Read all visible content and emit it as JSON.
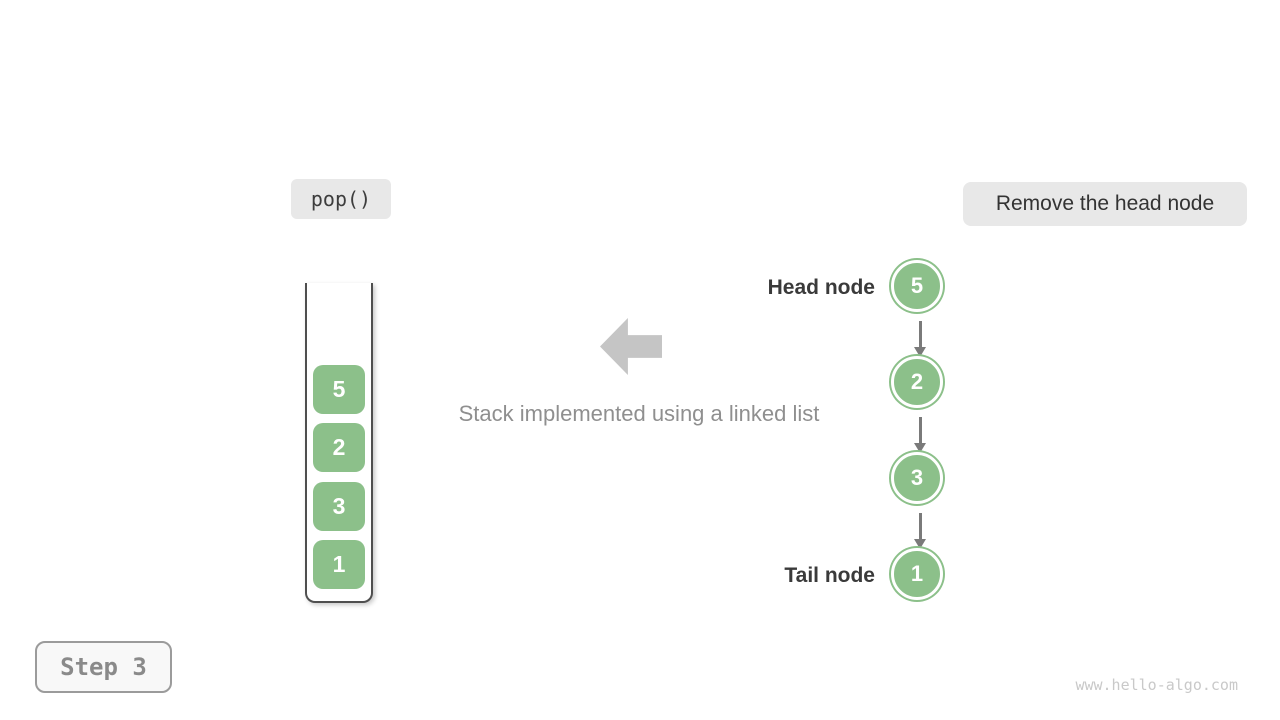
{
  "operation_badge": {
    "label": "pop()"
  },
  "annotation_badge": {
    "label": "Remove the head node"
  },
  "stack": {
    "values": [
      "5",
      "2",
      "3",
      "1"
    ]
  },
  "caption": {
    "text": "Stack implemented using a linked list"
  },
  "linked_list": {
    "head_label": "Head node",
    "tail_label": "Tail node",
    "nodes": [
      "5",
      "2",
      "3",
      "1"
    ]
  },
  "step_badge": {
    "label": "Step 3"
  },
  "watermark": {
    "text": "www.hello-algo.com"
  },
  "colors": {
    "node_green": "#8cc08a",
    "badge_gray": "#e8e8e8",
    "block_arrow_gray": "#c5c5c5",
    "connector_gray": "#7a7a7a",
    "container_border": "#4f4f4f",
    "dark_text": "#3a3a3a",
    "muted_text": "#8f8f8f",
    "step_text": "#8a8a8a",
    "watermark_text": "#c9c9c9"
  }
}
